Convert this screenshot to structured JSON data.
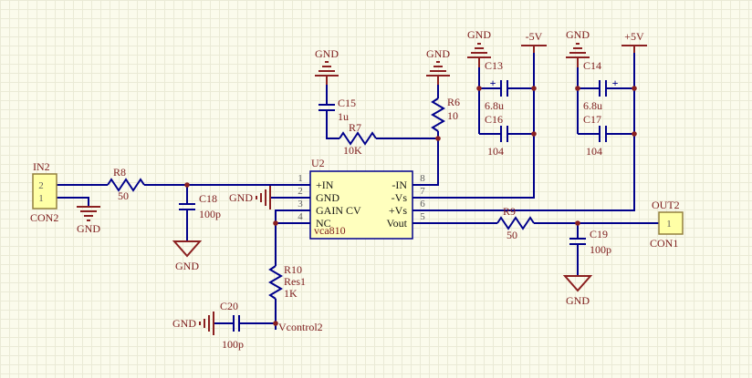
{
  "canvas": {
    "background": "#FBFBEC",
    "grid_color": "#EAEAD6",
    "wire_color": "#00008B",
    "power_color": "#8B2020",
    "label_color": "#7D1C1C",
    "part_fill": "#FFFFBE"
  },
  "power": {
    "gnd": "GND",
    "minus5": "-5V",
    "plus5": "+5V"
  },
  "net_labels": {
    "in2": "IN2",
    "out2": "OUT2",
    "vcontrol2": "Vcontrol2"
  },
  "connectors": {
    "con2": {
      "designator": "CON2",
      "pin_top": "2",
      "pin_bottom": "1"
    },
    "con1": {
      "designator": "CON1",
      "pin": "1"
    }
  },
  "ic_u2": {
    "designator": "U2",
    "part": "vca810",
    "left_pins": [
      {
        "num": "1",
        "name": "+IN"
      },
      {
        "num": "2",
        "name": "GND"
      },
      {
        "num": "3",
        "name": "GAIN CV"
      },
      {
        "num": "4",
        "name": "NC"
      }
    ],
    "right_pins": [
      {
        "num": "8",
        "name": "-IN"
      },
      {
        "num": "7",
        "name": "-Vs"
      },
      {
        "num": "6",
        "name": "+Vs"
      },
      {
        "num": "5",
        "name": "Vout"
      }
    ]
  },
  "resistors": {
    "r8": {
      "designator": "R8",
      "value": "50"
    },
    "r7": {
      "designator": "R7",
      "value": "10K"
    },
    "r6": {
      "designator": "R6",
      "value": "10"
    },
    "r9": {
      "designator": "R9",
      "value": "50"
    },
    "r10": {
      "designator": "R10",
      "comment": "Res1",
      "value": "1K"
    }
  },
  "capacitors": {
    "c15": {
      "designator": "C15",
      "value": "1u"
    },
    "c18": {
      "designator": "C18",
      "value": "100p"
    },
    "c13": {
      "designator": "C13",
      "value": "6.8u",
      "polarity": "+"
    },
    "c16": {
      "designator": "C16",
      "value": "104"
    },
    "c14": {
      "designator": "C14",
      "value": "6.8u",
      "polarity": "+"
    },
    "c17": {
      "designator": "C17",
      "value": "104"
    },
    "c19": {
      "designator": "C19",
      "value": "100p"
    },
    "c20": {
      "designator": "C20",
      "value": "100p"
    }
  }
}
